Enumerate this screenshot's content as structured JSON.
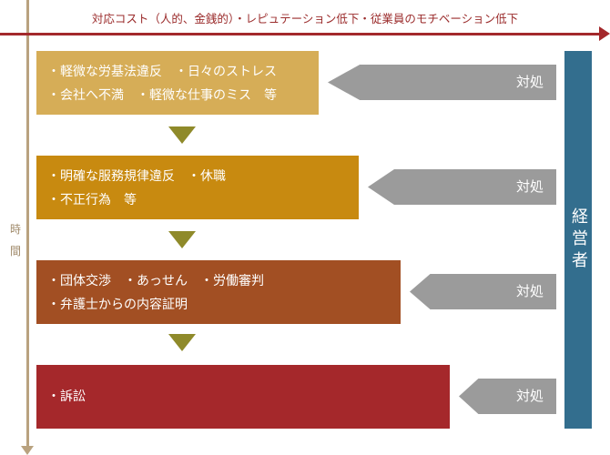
{
  "header": "対応コスト（人的、金銭的）・レピュテーション低下・従業員のモチベーション低下",
  "time_label": "時間",
  "manager_label": "経営者",
  "stages": [
    {
      "lines": [
        "・軽微な労基法違反　・日々のストレス",
        "・会社へ不満　・軽微な仕事のミス　等"
      ],
      "color": "#d6ad57",
      "action": "対処"
    },
    {
      "lines": [
        "・明確な服務規律違反　・休職",
        "・不正行為　等"
      ],
      "color": "#c88a10",
      "action": "対処"
    },
    {
      "lines": [
        "・団体交渉　・あっせん　・労働審判",
        "・弁護士からの内容証明"
      ],
      "color": "#a24f23",
      "action": "対処"
    },
    {
      "lines": [
        "・訴訟"
      ],
      "color": "#a5282b",
      "action": "対処"
    }
  ]
}
